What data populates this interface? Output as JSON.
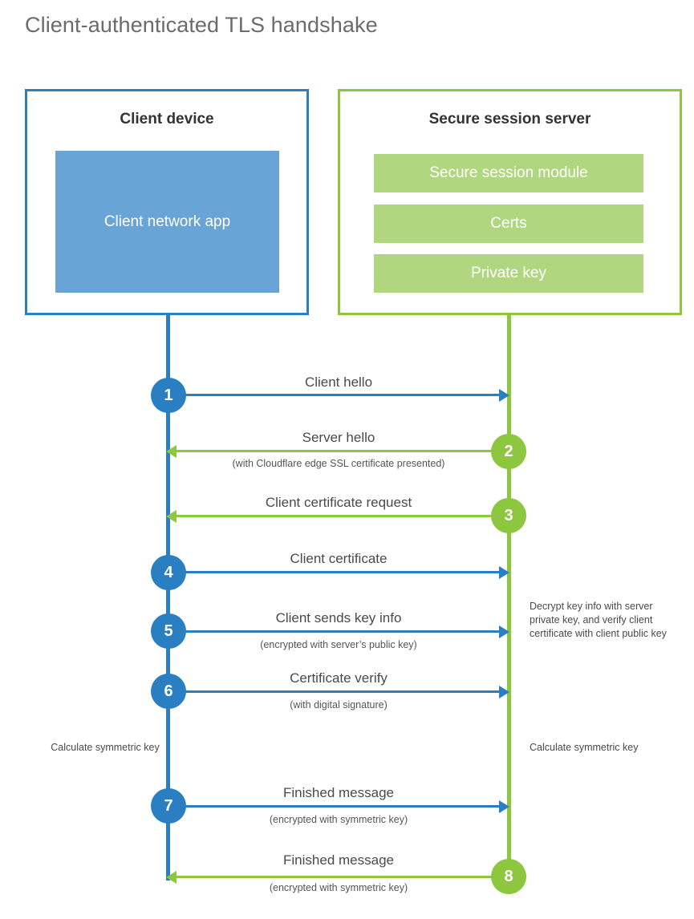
{
  "diagram": {
    "title": "Client-authenticated TLS handshake",
    "colors": {
      "client_blue": "#2a7fc2",
      "client_fill": "#68a4d6",
      "server_green": "#8dc63f",
      "server_fill": "#b0d780",
      "text": "#4a4a4a",
      "heading": "#333333"
    },
    "client_panel": {
      "title": "Client device",
      "inner_box_label": "Client network app"
    },
    "server_panel": {
      "title": "Secure session server",
      "items": [
        {
          "label": "Secure session module"
        },
        {
          "label": "Certs"
        },
        {
          "label": "Private key"
        }
      ]
    },
    "steps": [
      {
        "number": "1",
        "label": "Client hello",
        "sub": "",
        "direction": "client-to-server",
        "side": "client"
      },
      {
        "number": "2",
        "label": "Server hello",
        "sub": "(with Cloudflare edge SSL certificate presented)",
        "direction": "server-to-client",
        "side": "server"
      },
      {
        "number": "3",
        "label": "Client certificate request",
        "sub": "",
        "direction": "server-to-client",
        "side": "server"
      },
      {
        "number": "4",
        "label": "Client certificate",
        "sub": "",
        "direction": "client-to-server",
        "side": "client"
      },
      {
        "number": "5",
        "label": "Client sends key info",
        "sub": "(encrypted with server’s public key)",
        "direction": "client-to-server",
        "side": "client"
      },
      {
        "number": "6",
        "label": "Certificate verify",
        "sub": "(with digital signature)",
        "direction": "client-to-server",
        "side": "client"
      },
      {
        "number": "7",
        "label": "Finished message",
        "sub": "(encrypted with symmetric key)",
        "direction": "client-to-server",
        "side": "client"
      },
      {
        "number": "8",
        "label": "Finished message",
        "sub": "(encrypted with symmetric key)",
        "direction": "server-to-client",
        "side": "server"
      }
    ],
    "notes": {
      "server_decrypt": "Decrypt key info with server private key, and verify client certificate with client public key",
      "client_calculate": "Calculate symmetric key",
      "server_calculate": "Calculate symmetric key"
    }
  }
}
